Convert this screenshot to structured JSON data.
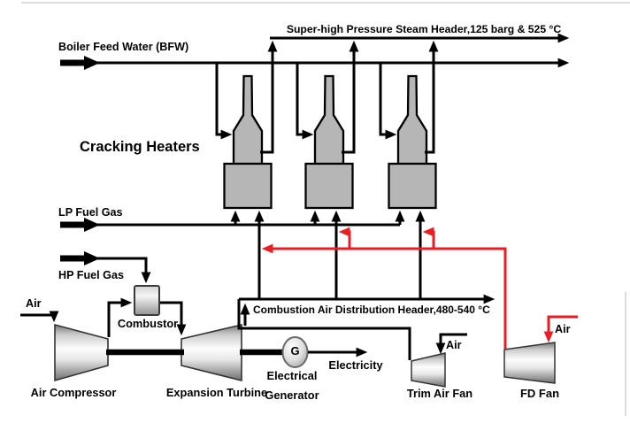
{
  "diagram": {
    "colors": {
      "line": "#000000",
      "hot_air_red": "#ec1c24",
      "equipment_gray": "#b6b6b6"
    },
    "streams": {
      "steam_header_label": "Super-high Pressure Steam Header,125 barg & 525 °C",
      "bfw_label": "Boiler Feed Water  (BFW)",
      "lp_fuel_label": "LP Fuel Gas",
      "hp_fuel_label": "HP Fuel Gas",
      "compressor_air_label": "Air",
      "electricity_label": "Electricity",
      "combustion_air_header_label": "Combustion Air Distribution Header,480-540 °C",
      "trim_fan_air_label": "Air",
      "fd_fan_air_label": "Air"
    },
    "equipment": {
      "cracking_heaters_label": "Cracking Heaters",
      "combustor_label": "Combustor",
      "air_compressor_label": "Air Compressor",
      "expansion_turbine_label": "Expansion Turbine",
      "generator_symbol": "G",
      "generator_label_line1": "Electrical",
      "generator_label_line2": "Generator",
      "trim_air_fan_label": "Trim Air Fan",
      "fd_fan_label": "FD Fan"
    }
  }
}
